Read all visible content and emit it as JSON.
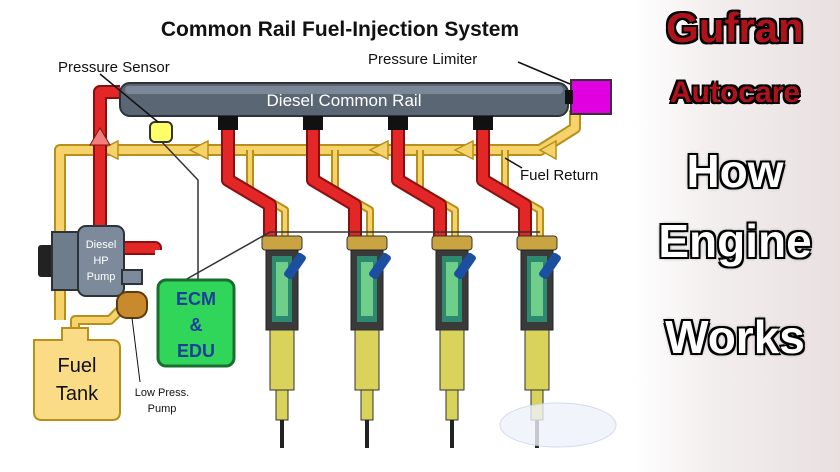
{
  "diagram": {
    "title": "Common Rail Fuel-Injection System",
    "rail_label": "Diesel Common Rail",
    "pressure_sensor": "Pressure Sensor",
    "pressure_limiter": "Pressure Limiter",
    "fuel_return": "Fuel Return",
    "hp_pump": [
      "Diesel",
      "HP",
      "Pump"
    ],
    "ecm": [
      "ECM",
      "&",
      "EDU"
    ],
    "fuel_tank": [
      "Fuel",
      "Tank"
    ],
    "low_press_pump": [
      "Low Press.",
      "Pump"
    ]
  },
  "overlay": {
    "brand_line1": "Gufran",
    "brand_line2": "Autocare",
    "headline_line1": "How",
    "headline_line2": "Engine",
    "headline_line3": "Works"
  },
  "colors": {
    "high_pressure": "#e32626",
    "low_pressure": "#f5d36a",
    "rail": "#5b6675",
    "ecm_fill": "#2fd65a",
    "limiter": "#e000e0",
    "brand_red": "#b0121c"
  }
}
